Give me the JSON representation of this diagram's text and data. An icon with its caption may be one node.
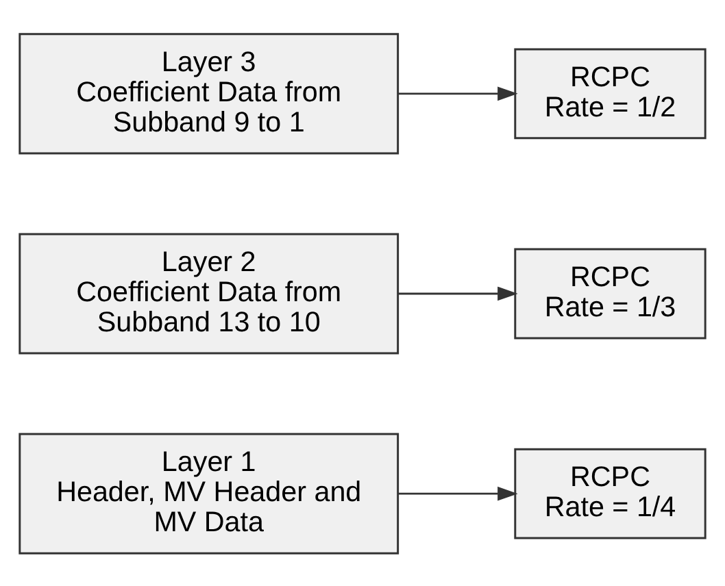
{
  "diagram": {
    "nodes": [
      {
        "text": [
          "Layer 1",
          "Header, MV Header and MV Data"
        ]
      },
      {
        "text": [
          "RCPC",
          "Rate = 1/4"
        ]
      },
      {
        "text": [
          "Layer 2",
          "Coefficient Data from Subband 13 to 10"
        ]
      },
      {
        "text": [
          "RCPC",
          "Rate = 1/3"
        ]
      },
      {
        "text": [
          "Layer 3",
          "Coefficient Data from Subband 9 to 1"
        ]
      },
      {
        "text": [
          "RCPC",
          "Rate = 1/2"
        ]
      }
    ],
    "edges": [
      {
        "from": 0,
        "to": 1,
        "arrow": "to"
      },
      {
        "from": 2,
        "to": 3,
        "arrow": "to"
      },
      {
        "from": 4,
        "to": 5,
        "arrow": "to"
      }
    ]
  }
}
